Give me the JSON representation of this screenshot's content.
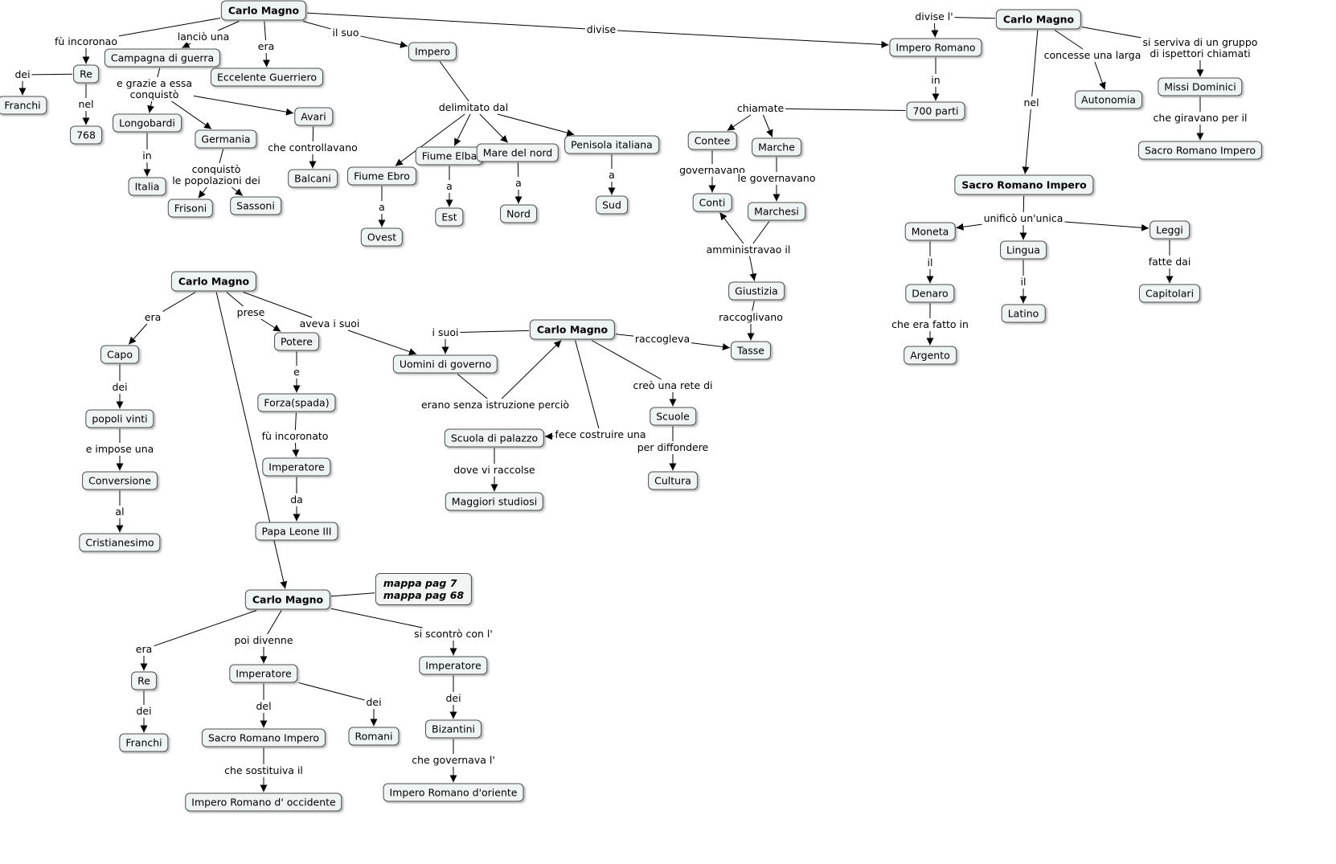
{
  "nodes": [
    {
      "id": "cm1",
      "text": "Carlo Magno",
      "bold": true
    },
    {
      "id": "re1",
      "text": "Re"
    },
    {
      "id": "franchi1",
      "text": "Franchi"
    },
    {
      "id": "n768",
      "text": "768"
    },
    {
      "id": "campagna",
      "text": "Campagna di guerra"
    },
    {
      "id": "guerriero",
      "text": "Eccelente Guerriero"
    },
    {
      "id": "impero1",
      "text": "Impero"
    },
    {
      "id": "longobardi",
      "text": "Longobardi"
    },
    {
      "id": "italia",
      "text": "Italia"
    },
    {
      "id": "germania",
      "text": "Germania"
    },
    {
      "id": "avari",
      "text": "Avari"
    },
    {
      "id": "balcani",
      "text": "Balcani"
    },
    {
      "id": "frisoni",
      "text": "Frisoni"
    },
    {
      "id": "sassoni",
      "text": "Sassoni"
    },
    {
      "id": "ebro",
      "text": "Fiume Ebro"
    },
    {
      "id": "elba",
      "text": "Fiume Elba"
    },
    {
      "id": "marenord",
      "text": "Mare del nord"
    },
    {
      "id": "penisola",
      "text": "Penisola italiana"
    },
    {
      "id": "ovest",
      "text": "Ovest"
    },
    {
      "id": "est",
      "text": "Est"
    },
    {
      "id": "nord",
      "text": "Nord"
    },
    {
      "id": "sud",
      "text": "Sud"
    },
    {
      "id": "imperoromano",
      "text": "Impero Romano"
    },
    {
      "id": "cm2",
      "text": "Carlo Magno",
      "bold": true
    },
    {
      "id": "parti700",
      "text": "700 parti"
    },
    {
      "id": "contee",
      "text": "Contee"
    },
    {
      "id": "marche",
      "text": "Marche"
    },
    {
      "id": "conti",
      "text": "Conti"
    },
    {
      "id": "marchesi",
      "text": "Marchesi"
    },
    {
      "id": "giustizia",
      "text": "Giustizia"
    },
    {
      "id": "tasse",
      "text": "Tasse"
    },
    {
      "id": "autonomia",
      "text": "Autonomia"
    },
    {
      "id": "missi",
      "text": "Missi Dominici"
    },
    {
      "id": "sri1",
      "text": "Sacro Romano Impero"
    },
    {
      "id": "sri2",
      "text": "Sacro Romano Impero",
      "bold": true
    },
    {
      "id": "moneta",
      "text": "Moneta"
    },
    {
      "id": "lingua",
      "text": "Lingua"
    },
    {
      "id": "leggi",
      "text": "Leggi"
    },
    {
      "id": "denaro",
      "text": "Denaro"
    },
    {
      "id": "latino",
      "text": "Latino"
    },
    {
      "id": "capitolari",
      "text": "Capitolari"
    },
    {
      "id": "argento",
      "text": "Argento"
    },
    {
      "id": "cm3",
      "text": "Carlo Magno",
      "bold": true
    },
    {
      "id": "capo",
      "text": "Capo"
    },
    {
      "id": "popoli",
      "text": "popoli vinti"
    },
    {
      "id": "conversione",
      "text": "Conversione"
    },
    {
      "id": "cristianesimo",
      "text": "Cristianesimo"
    },
    {
      "id": "potere",
      "text": "Potere"
    },
    {
      "id": "forza",
      "text": "Forza(spada)"
    },
    {
      "id": "imperatore1",
      "text": "Imperatore"
    },
    {
      "id": "papa",
      "text": "Papa Leone III"
    },
    {
      "id": "uomini",
      "text": "Uomini di governo"
    },
    {
      "id": "cm4",
      "text": "Carlo Magno",
      "bold": true
    },
    {
      "id": "scuolapalazzo",
      "text": "Scuola di palazzo"
    },
    {
      "id": "studiosi",
      "text": "Maggiori studiosi"
    },
    {
      "id": "scuole",
      "text": "Scuole"
    },
    {
      "id": "cultura",
      "text": "Cultura"
    },
    {
      "id": "cm5",
      "text": "Carlo Magno",
      "bold": true
    },
    {
      "id": "note",
      "text": "mappa pag 7\nmappa pag 68",
      "note": true
    },
    {
      "id": "re2",
      "text": "Re"
    },
    {
      "id": "franchi2",
      "text": "Franchi"
    },
    {
      "id": "imperatore2",
      "text": "Imperatore"
    },
    {
      "id": "sri3",
      "text": "Sacro Romano Impero"
    },
    {
      "id": "romani",
      "text": "Romani"
    },
    {
      "id": "iroccidente",
      "text": "Impero Romano d' occidente"
    },
    {
      "id": "imperatore3",
      "text": "Imperatore"
    },
    {
      "id": "bizantini",
      "text": "Bizantini"
    },
    {
      "id": "iroriente",
      "text": "Impero Romano d'oriente"
    }
  ],
  "links": [
    {
      "id": "l_incoronao",
      "text": "fù incoronao"
    },
    {
      "id": "l_dei1",
      "text": "dei"
    },
    {
      "id": "l_nel1",
      "text": "nel"
    },
    {
      "id": "l_lancio",
      "text": "lanciò una"
    },
    {
      "id": "l_era1",
      "text": "era"
    },
    {
      "id": "l_ilsuo",
      "text": "il suo"
    },
    {
      "id": "l_divise",
      "text": "divise"
    },
    {
      "id": "l_grazie",
      "text": "e grazie a essa\nconquistò"
    },
    {
      "id": "l_in1",
      "text": "in"
    },
    {
      "id": "l_controllavano",
      "text": "che controllavano"
    },
    {
      "id": "l_conquisto",
      "text": "conquistò\nle popolazioni dei"
    },
    {
      "id": "l_delimitato",
      "text": "delimitato dal"
    },
    {
      "id": "l_a1",
      "text": "a"
    },
    {
      "id": "l_a2",
      "text": "a"
    },
    {
      "id": "l_a3",
      "text": "a"
    },
    {
      "id": "l_a4",
      "text": "a"
    },
    {
      "id": "l_divisel",
      "text": "divise l'"
    },
    {
      "id": "l_in2",
      "text": "in"
    },
    {
      "id": "l_chiamate",
      "text": "chiamate"
    },
    {
      "id": "l_governavano",
      "text": "governavano"
    },
    {
      "id": "l_legovernavano",
      "text": "le governavano"
    },
    {
      "id": "l_amministravao",
      "text": "amministravao il"
    },
    {
      "id": "l_raccoglivano",
      "text": "raccoglivano"
    },
    {
      "id": "l_concesse",
      "text": "concesse una larga"
    },
    {
      "id": "l_serviva",
      "text": "si serviva di un gruppo\ndi ispettori chiamati"
    },
    {
      "id": "l_giravano",
      "text": "che giravano per il"
    },
    {
      "id": "l_nel2",
      "text": "nel"
    },
    {
      "id": "l_unifico",
      "text": "unificò un'unica"
    },
    {
      "id": "l_il1",
      "text": "il"
    },
    {
      "id": "l_il2",
      "text": "il"
    },
    {
      "id": "l_fattedai",
      "text": "fatte dai"
    },
    {
      "id": "l_fattoin",
      "text": "che era fatto in"
    },
    {
      "id": "l_era2",
      "text": "era"
    },
    {
      "id": "l_prese",
      "text": "prese"
    },
    {
      "id": "l_avevasuoi",
      "text": "aveva i suoi"
    },
    {
      "id": "l_dei2",
      "text": "dei"
    },
    {
      "id": "l_impose",
      "text": "e impose una"
    },
    {
      "id": "l_al",
      "text": "al"
    },
    {
      "id": "l_e",
      "text": "e"
    },
    {
      "id": "l_fuincoronato",
      "text": "fù incoronato"
    },
    {
      "id": "l_da",
      "text": "da"
    },
    {
      "id": "l_isuoi",
      "text": "i suoi"
    },
    {
      "id": "l_raccogleva",
      "text": "raccogleva"
    },
    {
      "id": "l_senzaistruzione",
      "text": "erano senza istruzione perciò"
    },
    {
      "id": "l_costruire",
      "text": "fece costruire una"
    },
    {
      "id": "l_rete",
      "text": "creò una rete di"
    },
    {
      "id": "l_diffondere",
      "text": "per diffondere"
    },
    {
      "id": "l_raccolse",
      "text": "dove vi raccolse"
    },
    {
      "id": "l_era3",
      "text": "era"
    },
    {
      "id": "l_poidivenne",
      "text": "poi divenne"
    },
    {
      "id": "l_scontro",
      "text": "si scontrò con l'"
    },
    {
      "id": "l_dei3",
      "text": "dei"
    },
    {
      "id": "l_del",
      "text": "del"
    },
    {
      "id": "l_dei4",
      "text": "dei"
    },
    {
      "id": "l_sostituiva",
      "text": "che sostituiva il"
    },
    {
      "id": "l_dei5",
      "text": "dei"
    },
    {
      "id": "l_governaval",
      "text": "che governava l'"
    }
  ]
}
